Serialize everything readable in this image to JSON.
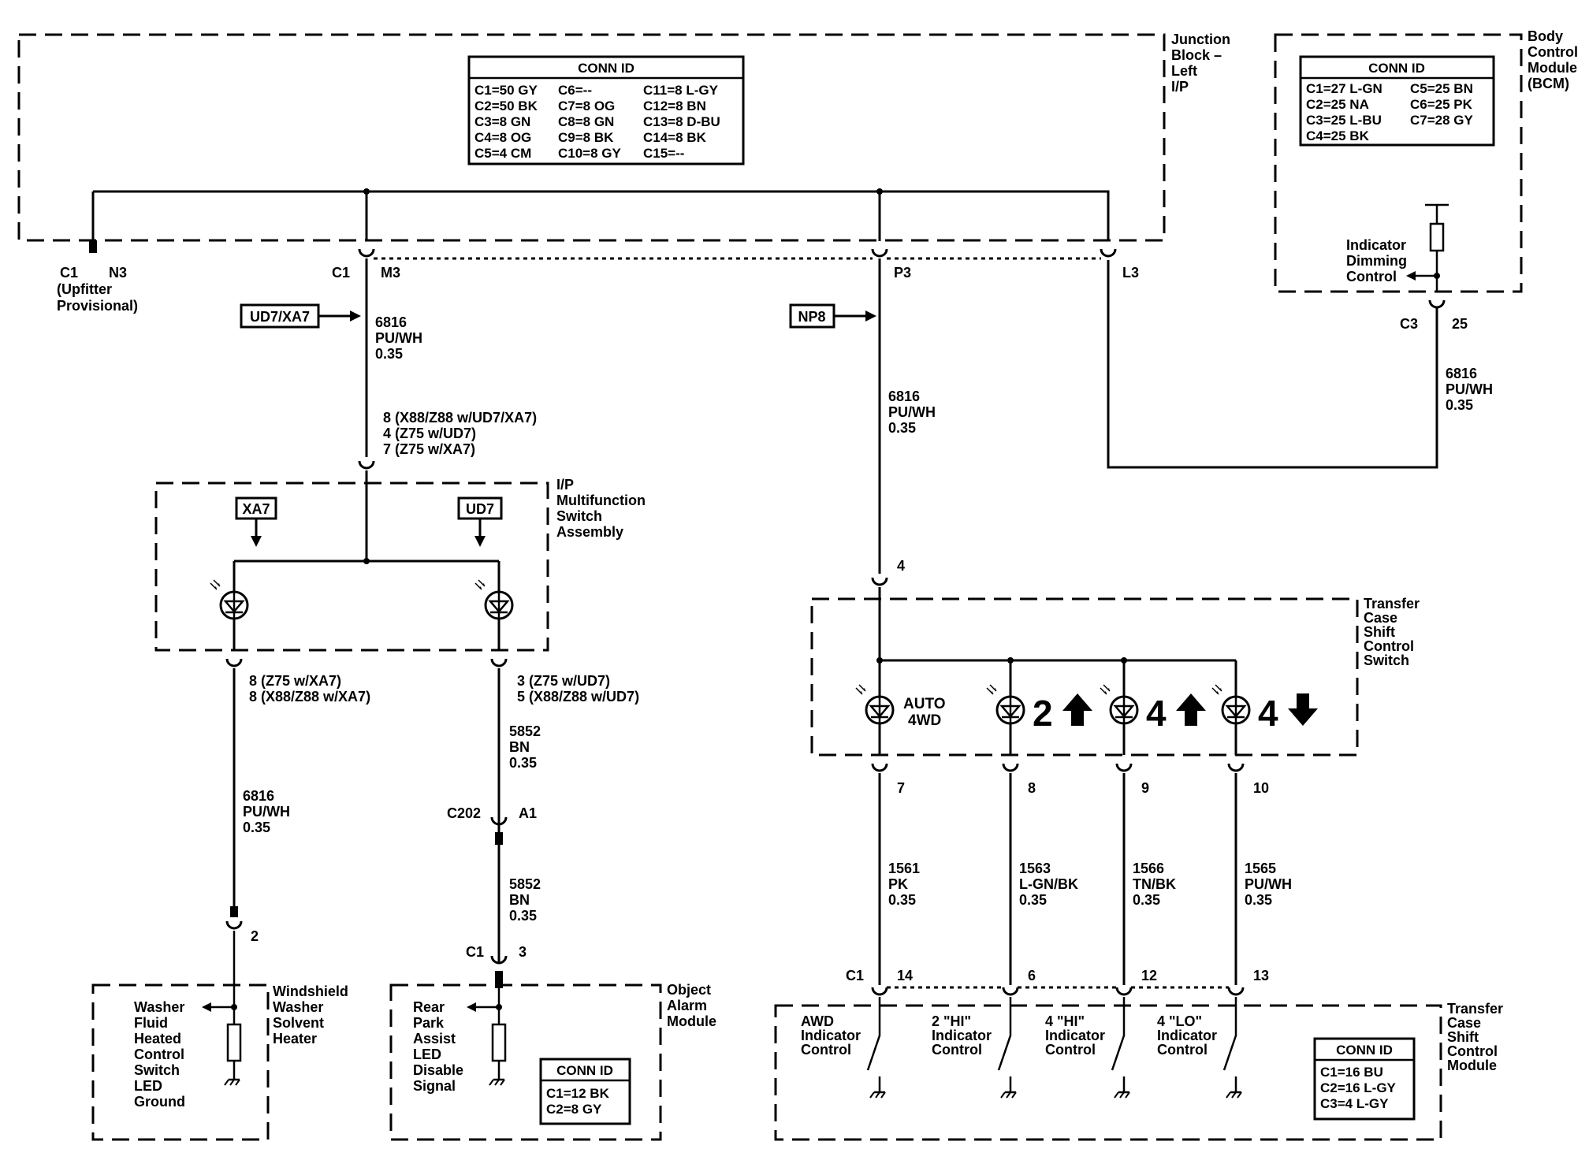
{
  "components": {
    "junction_block": [
      "Junction",
      "Block –",
      "Left",
      "I/P"
    ],
    "bcm": [
      "Body",
      "Control",
      "Module",
      "(BCM)"
    ],
    "ip_switch": [
      "I/P",
      "Multifunction",
      "Switch",
      "Assembly"
    ],
    "transfer_switch": [
      "Transfer",
      "Case",
      "Shift",
      "Control",
      "Switch"
    ],
    "washer_heater": [
      "Windshield",
      "Washer",
      "Solvent",
      "Heater"
    ],
    "object_alarm": [
      "Object",
      "Alarm",
      "Module"
    ],
    "transfer_module": [
      "Transfer",
      "Case",
      "Shift",
      "Control",
      "Module"
    ]
  },
  "conn_id": {
    "junction": {
      "title": "CONN ID",
      "col1": [
        "C1=50 GY",
        "C2=50 BK",
        "C3=8 GN",
        "C4=8 OG",
        "C5=4 CM"
      ],
      "col2": [
        "C6=--",
        "C7=8 OG",
        "C8=8 GN",
        "C9=8 BK",
        "C10=8 GY"
      ],
      "col3": [
        "C11=8 L-GY",
        "C12=8 BN",
        "C13=8 D-BU",
        "C14=8 BK",
        "C15=--"
      ]
    },
    "bcm": {
      "title": "CONN ID",
      "col1": [
        "C1=27 L-GN",
        "C2=25 NA",
        "C3=25 L-BU",
        "C4=25 BK"
      ],
      "col2": [
        "C5=25 BN",
        "C6=25 PK",
        "C7=28 GY"
      ]
    },
    "object_alarm": {
      "title": "CONN ID",
      "rows": [
        "C1=12 BK",
        "C2=8 GY"
      ]
    },
    "transfer_module": {
      "title": "CONN ID",
      "rows": [
        "C1=16 BU",
        "C2=16 L-GY",
        "C3=4 L-GY"
      ]
    }
  },
  "option_tags": {
    "ud7_xa7": "UD7/XA7",
    "np8": "NP8",
    "xa7": "XA7",
    "ud7": "UD7"
  },
  "junction_pins": {
    "n3_conn": "C1",
    "n3_pin": "N3",
    "n3_note": [
      "(Upfitter",
      "Provisional)"
    ],
    "m3_conn": "C1",
    "m3_pin": "M3",
    "p3_pin": "P3",
    "l3_pin": "L3"
  },
  "bcm_pins": {
    "conn": "C3",
    "pin": "25",
    "dimming": [
      "Indicator",
      "Dimming",
      "Control"
    ]
  },
  "wires": {
    "m3_wire": [
      "6816",
      "PU/WH",
      "0.35"
    ],
    "p3_wire": [
      "6816",
      "PU/WH",
      "0.35"
    ],
    "bcm_wire": [
      "6816",
      "PU/WH",
      "0.35"
    ],
    "ip_in_pins": [
      "8 (X88/Z88 w/UD7/XA7)",
      "4 (Z75 w/UD7)",
      "7 (Z75 w/XA7)"
    ],
    "ip_left_pins": [
      "8 (Z75 w/XA7)",
      "8 (X88/Z88 w/XA7)"
    ],
    "ip_right_pins": [
      "3 (Z75 w/UD7)",
      "5 (X88/Z88 w/UD7)"
    ],
    "left_wire": [
      "6816",
      "PU/WH",
      "0.35"
    ],
    "right_wire_top": [
      "5852",
      "BN",
      "0.35"
    ],
    "right_wire_bottom": [
      "5852",
      "BN",
      "0.35"
    ],
    "c202_conn": "C202",
    "c202_pin": "A1",
    "heater_pin": "2",
    "alarm_conn": "C1",
    "alarm_pin": "3",
    "ts_in_pin": "4",
    "ts_out_pins": [
      "7",
      "8",
      "9",
      "10"
    ],
    "ts_wires": [
      [
        "1561",
        "PK",
        "0.35"
      ],
      [
        "1563",
        "L-GN/BK",
        "0.35"
      ],
      [
        "1566",
        "TN/BK",
        "0.35"
      ],
      [
        "1565",
        "PU/WH",
        "0.35"
      ]
    ],
    "tm_conn": "C1",
    "tm_pins": [
      "14",
      "6",
      "12",
      "13"
    ]
  },
  "indicators": {
    "auto": [
      "AUTO",
      "4WD"
    ],
    "two_hi": "2",
    "four_hi": "4",
    "four_lo": "4"
  },
  "module_labels": {
    "washer": [
      "Washer",
      "Fluid",
      "Heated",
      "Control",
      "Switch",
      "LED",
      "Ground"
    ],
    "rear_park": [
      "Rear",
      "Park",
      "Assist",
      "LED",
      "Disable",
      "Signal"
    ],
    "awd": [
      "AWD",
      "Indicator",
      "Control"
    ],
    "two_hi": [
      "2 \"HI\"",
      "Indicator",
      "Control"
    ],
    "four_hi": [
      "4 \"HI\"",
      "Indicator",
      "Control"
    ],
    "four_lo": [
      "4 \"LO\"",
      "Indicator",
      "Control"
    ]
  }
}
